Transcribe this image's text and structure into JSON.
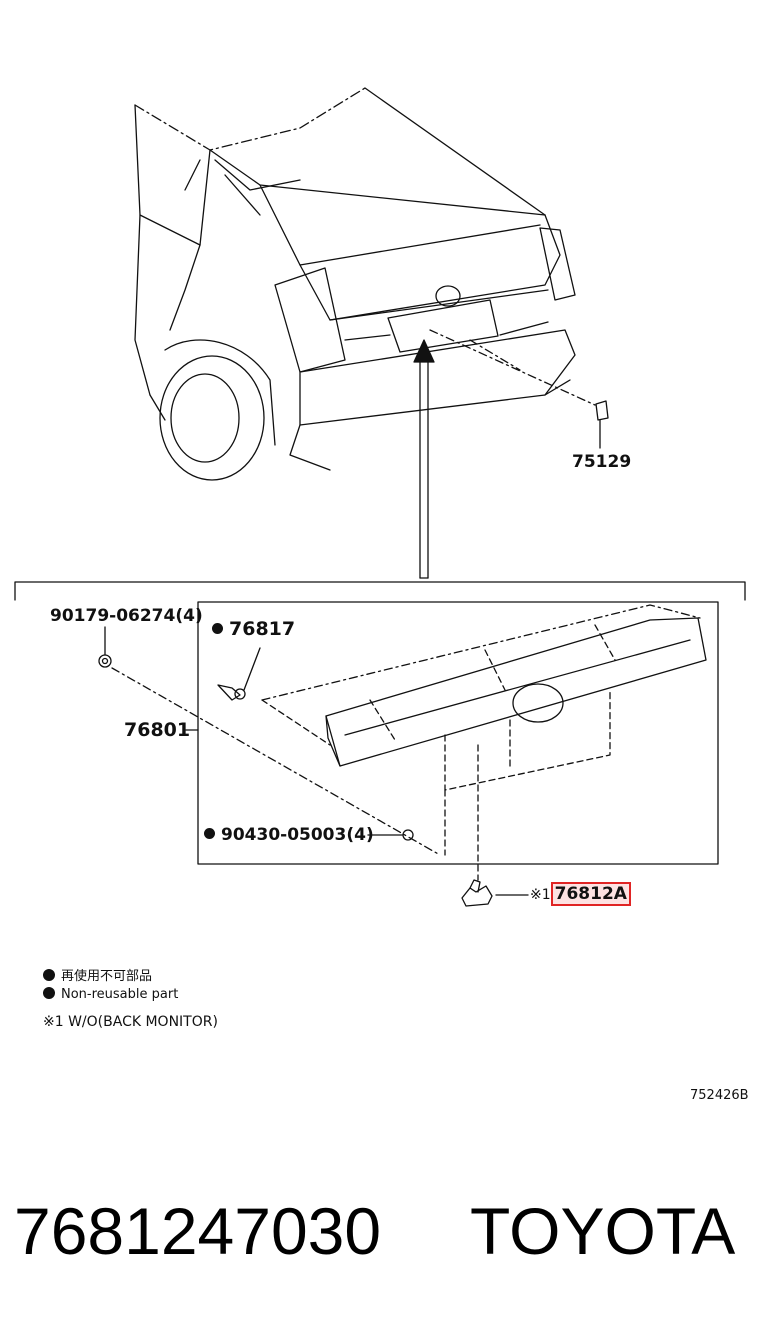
{
  "callouts": {
    "p75129": "75129",
    "p90179": "90179-06274(4)",
    "p76817": "76817",
    "p76801": "76801",
    "p90430": "90430-05003(4)",
    "p76812_prefix": "※1",
    "p76812": "76812A"
  },
  "legend": {
    "jp": "再使用不可部品",
    "en": "Non-reusable part",
    "note": "※1 W/O(BACK MONITOR)"
  },
  "diagram_code": "752426B",
  "footer": {
    "part_number": "7681247030",
    "brand": "TOYOTA"
  },
  "colors": {
    "line": "#111111",
    "highlight_border": "#e02424",
    "highlight_fill": "#fde2e2"
  }
}
